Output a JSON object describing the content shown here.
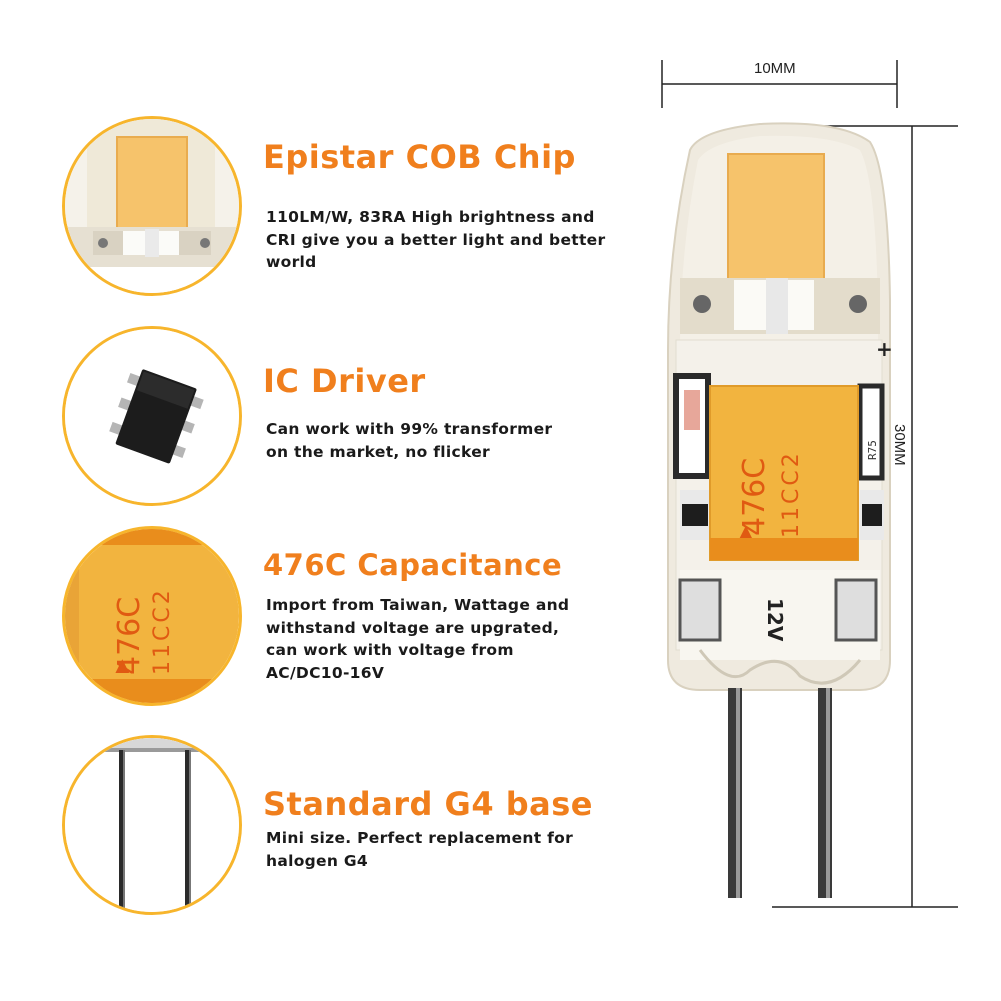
{
  "features": [
    {
      "id": "cob",
      "title": "Epistar COB Chip",
      "desc_lines": [
        "110LM/W, 83RA High brightness and",
        "CRI give you a better light and better",
        "world"
      ]
    },
    {
      "id": "ic",
      "title": "IC Driver",
      "desc_lines": [
        "Can work with 99% transformer",
        "on the market, no flicker"
      ]
    },
    {
      "id": "cap",
      "title": "476C Capacitance",
      "desc_lines": [
        "Import from Taiwan, Wattage and",
        "withstand voltage are upgrated,",
        "can work with voltage from",
        "AC/DC10-16V"
      ]
    },
    {
      "id": "base",
      "title": "Standard G4 base",
      "desc_lines": [
        "Mini size. Perfect replacement for",
        "halogen G4"
      ]
    }
  ],
  "product": {
    "width_label": "10MM",
    "height_label": "30MM",
    "capacitor_code": "476C",
    "capacitor_batch": "11CC2",
    "voltage_mark": "12V",
    "resistor_mark": "R75",
    "polarity_plus": "+"
  },
  "colors": {
    "title": "#f07f1d",
    "circle_border": "#f7b52c",
    "chip": "#f6c36b",
    "capacitor": "#f2b43f",
    "capacitor_band": "#e98d1c",
    "pcb": "#f4f1ea"
  }
}
